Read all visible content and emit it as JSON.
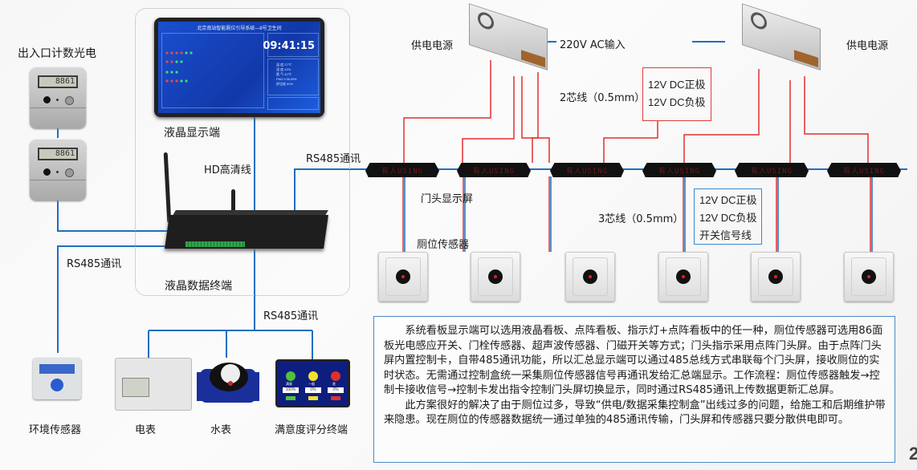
{
  "labels": {
    "counter": "出入口计数光电",
    "lcd_display": "液晶显示端",
    "hd_cable": "HD高清线",
    "rs485_top": "RS485通讯",
    "rs485_left": "RS485通讯",
    "rs485_bottom": "RS485通讯",
    "terminal": "液晶数据终端",
    "psu_left": "供电电源",
    "psu_right": "供电电源",
    "ac_input": "220V AC输入",
    "two_core": "2芯线（0.5mm）",
    "three_core": "3芯线（0.5mm）",
    "door_display": "门头显示屏",
    "toilet_sensor": "厕位传感器",
    "env_sensor": "环境传感器",
    "elec_meter": "电表",
    "water_meter": "水表",
    "rating_terminal": "满意度评分终端"
  },
  "red_box": [
    "12V DC正极",
    "12V DC负极"
  ],
  "blue_box": [
    "12V DC正极",
    "12V DC负极",
    "开关信号线"
  ],
  "counter_readout": "8861",
  "lcd_screen": {
    "title": "北京南站智能厕位引导系统—8号卫生间",
    "clock": "09:41:15",
    "env": [
      "温 度 27℃",
      "湿 度 42%",
      "氨 气 40℃",
      "PM2.5 56.8PA",
      "舒适度 60%"
    ]
  },
  "door_text": "有人USING",
  "door_count": 6,
  "sensor_count": 6,
  "rating_screen": {
    "options": [
      "满意",
      "一般",
      "差"
    ],
    "values": [
      "100%",
      "0%",
      "0%"
    ]
  },
  "description": {
    "paragraphs": [
      "系统看板显示端可以选用液晶看板、点阵看板、指示灯+点阵看板中的任一种，厕位传感器可选用86面板光电感应开关、门栓传感器、超声波传感器、门磁开关等方式；门头指示采用点阵门头屏。由于点阵门头屏内置控制卡，自带485通讯功能，所以汇总显示端可以通过485总线方式串联每个门头屏，接收厕位的实时状态。无需通过控制盒统一采集厕位传感器信号再通讯发给汇总端显示。工作流程：厕位传感器触发→控制卡接收信号→控制卡发出指令控制门头屏切换显示，同时通过RS485通讯上传数据更新汇总屏。",
      "此方案很好的解决了由于厕位过多，导致“供电/数据采集控制盒”出线过多的问题，给施工和后期维护带来隐患。现在厕位的传感器数据统一通过单独的485通讯传输，门头屏和传感器只要分散供电即可。"
    ]
  },
  "page_number": "2",
  "colors": {
    "comm_wire": "#1f6fc0",
    "power_wire": "#e23030",
    "box_border_red": "#e23a3a",
    "box_border_blue": "#4a89c4"
  }
}
